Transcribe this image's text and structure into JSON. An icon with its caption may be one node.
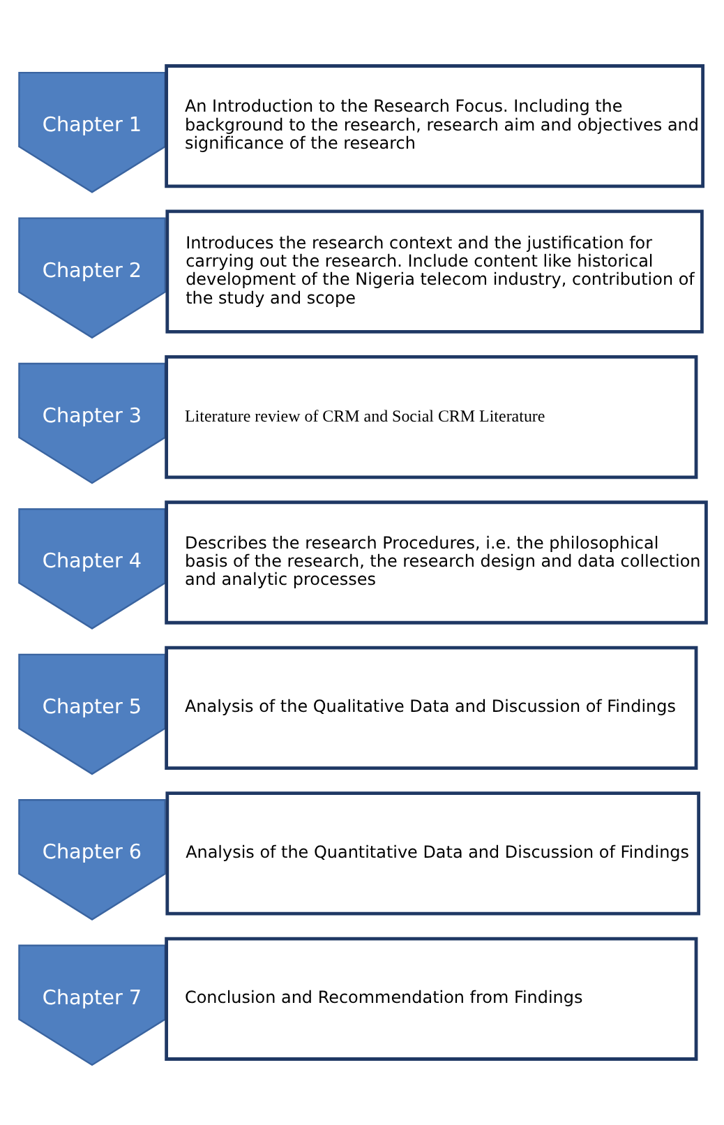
{
  "diagram": {
    "nodes": [
      {
        "text": [
          "Chapter 1"
        ]
      },
      {
        "text": [
          "An Introduction to the Research Focus. Including the background to the research, research aim and objectives and significance of the research"
        ]
      },
      {
        "text": [
          "Chapter 2"
        ]
      },
      {
        "text": [
          "Introduces the research context and the justification for carrying out the research. Include content like historical development of the Nigeria telecom industry, contribution of the study and scope"
        ]
      },
      {
        "text": [
          "Chapter 3"
        ]
      },
      {
        "text": [
          "Literature review of CRM and Social CRM Literature"
        ]
      },
      {
        "text": [
          "Chapter 4"
        ]
      },
      {
        "text": [
          "Describes the research Procedures, i.e. the philosophical basis of the research, the research design and data collection and analytic processes"
        ]
      },
      {
        "text": [
          "Chapter 5"
        ]
      },
      {
        "text": [
          "Analysis of the Qualitative Data and Discussion of Findings"
        ]
      },
      {
        "text": [
          "Chapter 6"
        ]
      },
      {
        "text": [
          "Analysis of the Quantitative Data and Discussion of Findings"
        ]
      },
      {
        "text": [
          "Chapter 7"
        ]
      },
      {
        "text": [
          "Conclusion and Recommendation from Findings"
        ]
      }
    ],
    "edges": []
  }
}
